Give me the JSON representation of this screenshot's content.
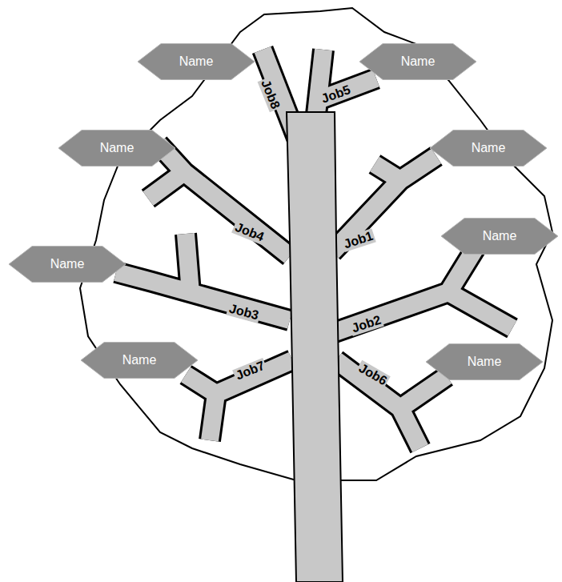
{
  "diagram": {
    "nodes": [
      {
        "text": [
          "Name"
        ]
      },
      {
        "text": [
          "Name"
        ]
      },
      {
        "text": [
          "Name"
        ]
      },
      {
        "text": [
          "Name"
        ]
      },
      {
        "text": [
          "Name"
        ]
      },
      {
        "text": [
          "Name"
        ]
      },
      {
        "text": [
          "Name"
        ]
      },
      {
        "text": [
          "Name"
        ]
      }
    ],
    "labels": [
      "Job8",
      "Job5",
      "Job4",
      "Job1",
      "Job3",
      "Job2",
      "Job7",
      "Job6"
    ]
  }
}
